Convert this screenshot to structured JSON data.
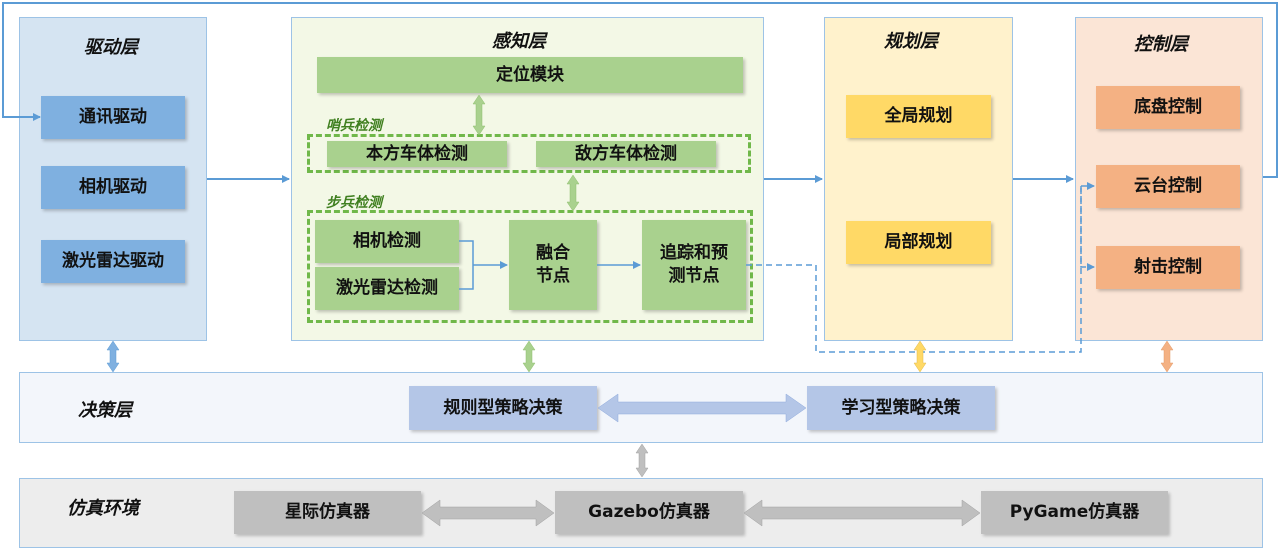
{
  "layers": {
    "drive": {
      "title": "驱动层",
      "items": [
        "通讯驱动",
        "相机驱动",
        "激光雷达驱动"
      ]
    },
    "perception": {
      "title": "感知层",
      "localization": "定位模块",
      "sentry_label": "哨兵检测",
      "sentry_items": [
        "本方车体检测",
        "敌方车体检测"
      ],
      "infantry_label": "步兵检测",
      "infantry_items": [
        "相机检测",
        "激光雷达检测"
      ],
      "fusion": "融合节点",
      "tracking": "追踪和预测节点"
    },
    "planning": {
      "title": "规划层",
      "items": [
        "全局规划",
        "局部规划"
      ]
    },
    "control": {
      "title": "控制层",
      "items": [
        "底盘控制",
        "云台控制",
        "射击控制"
      ]
    },
    "decision": {
      "title": "决策层",
      "items": [
        "规则型策略决策",
        "学习型策略决策"
      ]
    },
    "simulation": {
      "title": "仿真环境",
      "items": [
        "星际仿真器",
        "Gazebo仿真器",
        "PyGame仿真器"
      ]
    }
  },
  "colors": {
    "drive_panel": "#d5e4f2",
    "drive_box": "#7fb0e0",
    "perception_panel": "#f3f8e6",
    "perception_box": "#a9d18e",
    "planning_panel": "#fff2cc",
    "planning_box": "#ffd966",
    "control_panel": "#fbe5d6",
    "control_box": "#f4b183",
    "decision_panel": "#f3f6fb",
    "decision_box": "#b4c6e7",
    "sim_panel": "#ededed",
    "sim_box": "#bfbfbf"
  }
}
